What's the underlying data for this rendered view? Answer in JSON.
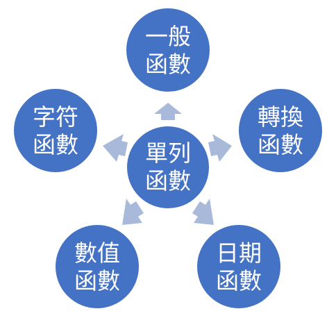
{
  "diagram": {
    "center": {
      "line1": "單列",
      "line2": "函數"
    },
    "nodes": [
      {
        "id": "general",
        "line1": "一般",
        "line2": "函數"
      },
      {
        "id": "conversion",
        "line1": "轉換",
        "line2": "函數"
      },
      {
        "id": "date",
        "line1": "日期",
        "line2": "函數"
      },
      {
        "id": "numeric",
        "line1": "數值",
        "line2": "函數"
      },
      {
        "id": "string",
        "line1": "字符",
        "line2": "函數"
      }
    ],
    "colors": {
      "node_fill": "#4472c4",
      "arrow_fill": "#a9b9d9",
      "text": "#ffffff"
    }
  }
}
